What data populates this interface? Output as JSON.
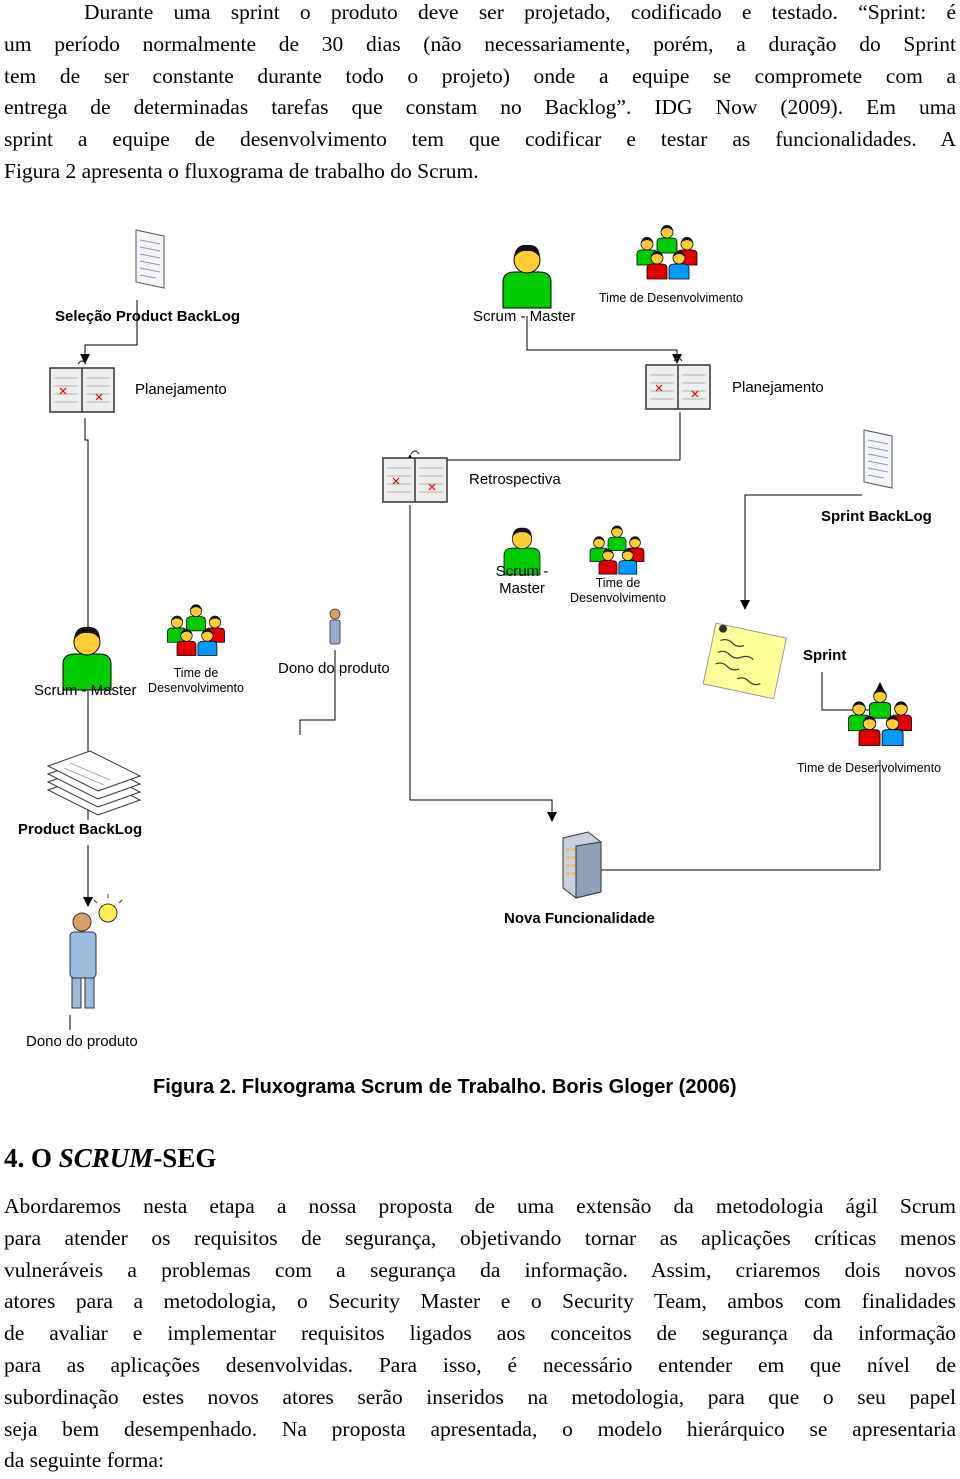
{
  "intro_lines": [
    "Durante uma sprint o produto deve ser projetado, codificado e testado. “Sprint: é",
    "um período normalmente de 30 dias (não necessariamente, porém, a duração do Sprint",
    "tem de ser constante durante todo o projeto) onde a equipe se compromete com a",
    "entrega de determinadas tarefas que constam no Backlog”. IDG Now (2009). Em uma",
    "sprint a equipe de desenvolvimento tem que codificar e testar as funcionalidades. A",
    "Figura 2 apresenta o fluxograma de trabalho do Scrum."
  ],
  "diagram": {
    "labels": {
      "selecao": "Seleção Product BackLog",
      "scrum_master_top": "Scrum - Master",
      "time_top": "Time de Desenvolvimento",
      "planejamento_left": "Planejamento",
      "planejamento_right": "Planejamento",
      "retrospectiva": "Retrospectiva",
      "sprint_backlog": "Sprint BackLog",
      "scrum_master_mid_1": "Scrum -",
      "scrum_master_mid_2": "Master",
      "time_mid_1": "Time de",
      "time_mid_2": "Desenvolvimento",
      "scrum_master_left": "Scrum - Master",
      "time_left_1": "Time de",
      "time_left_2": "Desenvolvimento",
      "dono_mid": "Dono do produto",
      "sprint": "Sprint",
      "time_right": "Time de Desenvolvimento",
      "product_backlog": "Product BackLog",
      "nova_funcionalidade": "Nova Funcionalidade",
      "dono_bottom": "Dono do produto"
    },
    "icons": [
      "document-icon",
      "person-icon",
      "team-icon",
      "planning-board-icon",
      "sticky-note-icon",
      "document-stack-icon",
      "server-icon",
      "idea-person-icon"
    ],
    "colors": {
      "person_green": "#00cc00",
      "team_red": "#e00000",
      "team_blue": "#0099ff",
      "line": "#000000"
    }
  },
  "caption": "Figura 2. Fluxograma Scrum de Trabalho. Boris Gloger (2006)",
  "section_heading": {
    "number": "4. O ",
    "italic": "SCRUM",
    "rest": "-SEG"
  },
  "body_lines": [
    "Abordaremos nesta etapa a nossa proposta de uma extensão da metodologia ágil Scrum",
    "para atender os requisitos de segurança, objetivando tornar as aplicações críticas menos",
    "vulneráveis a problemas com a segurança da informação. Assim, criaremos dois novos",
    "atores para a metodologia, o Security Master e o Security Team, ambos com finalidades",
    "de avaliar e implementar requisitos ligados aos conceitos de segurança da informação",
    "para as aplicações desenvolvidas. Para isso, é necessário entender em que nível de",
    "subordinação estes novos atores serão inseridos na metodologia, para que o seu papel",
    "seja bem desempenhado. Na proposta apresentada, o modelo hierárquico se apresentaria",
    "da seguinte forma:"
  ]
}
